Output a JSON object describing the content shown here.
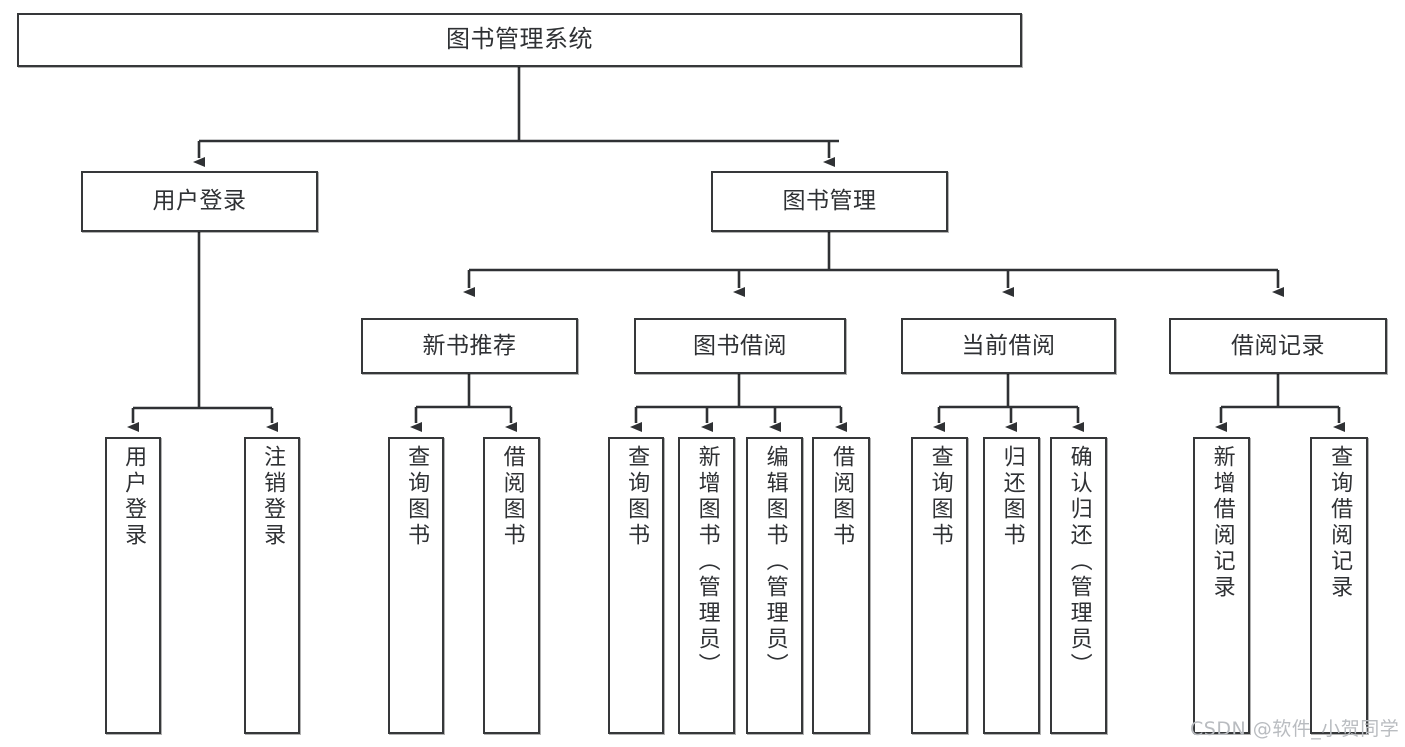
{
  "diagram": {
    "title": "图书管理系统",
    "type": "hierarchy-tree",
    "root": {
      "label": "图书管理系统"
    },
    "level2": [
      {
        "label": "用户登录"
      },
      {
        "label": "图书管理"
      }
    ],
    "level3": [
      {
        "label": "新书推荐"
      },
      {
        "label": "图书借阅"
      },
      {
        "label": "当前借阅"
      },
      {
        "label": "借阅记录"
      }
    ],
    "leaves": {
      "user_login": [
        {
          "label": "用户登录"
        },
        {
          "label": "注销登录"
        }
      ],
      "new_book_recommend": [
        {
          "label": "查询图书"
        },
        {
          "label": "借阅图书"
        }
      ],
      "book_borrow": [
        {
          "label": "查询图书"
        },
        {
          "label": "新增图书（管理员）"
        },
        {
          "label": "编辑图书（管理员）"
        },
        {
          "label": "借阅图书"
        }
      ],
      "current_borrow": [
        {
          "label": "查询图书"
        },
        {
          "label": "归还图书"
        },
        {
          "label": "确认归还（管理员）"
        }
      ],
      "borrow_record": [
        {
          "label": "新增借阅记录"
        },
        {
          "label": "查询借阅记录"
        }
      ]
    }
  },
  "watermark": {
    "text": "CSDN @软件_小贺同学"
  },
  "colors": {
    "border": "#36383a",
    "text": "#2f3134",
    "background": "#ffffff",
    "watermark": "#b9bcc0"
  }
}
